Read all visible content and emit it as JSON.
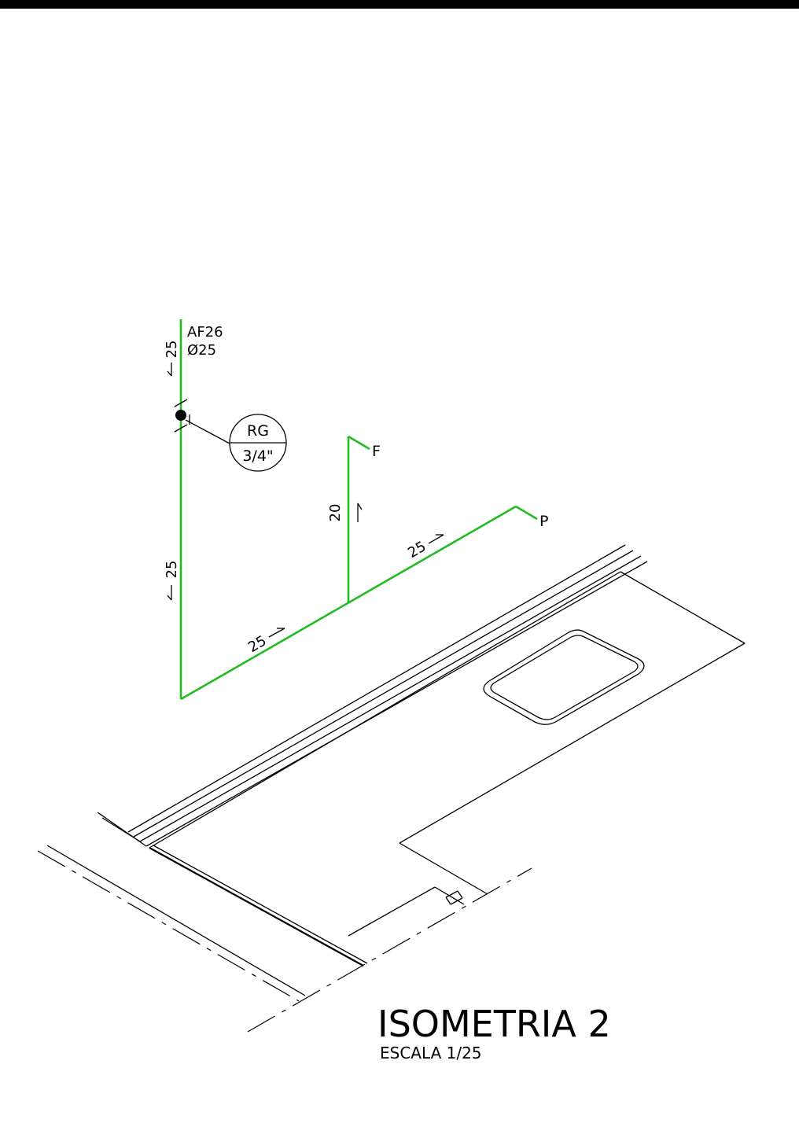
{
  "colors": {
    "pipe": "#22bb22",
    "line": "#000000",
    "background": "#ffffff"
  },
  "labels": {
    "pipe_tag": "AF26",
    "pipe_diameter": "Ø25",
    "riser_top_dim": "25",
    "riser_main_dim": "25",
    "run_lower_dim": "25",
    "run_upper_dim": "25",
    "branch_dim": "20",
    "point_f": "F",
    "point_p": "P"
  },
  "valve": {
    "type": "RG",
    "size": "3/4\""
  },
  "title": {
    "main": "ISOMETRIA 2",
    "scale": "ESCALA 1/25"
  }
}
